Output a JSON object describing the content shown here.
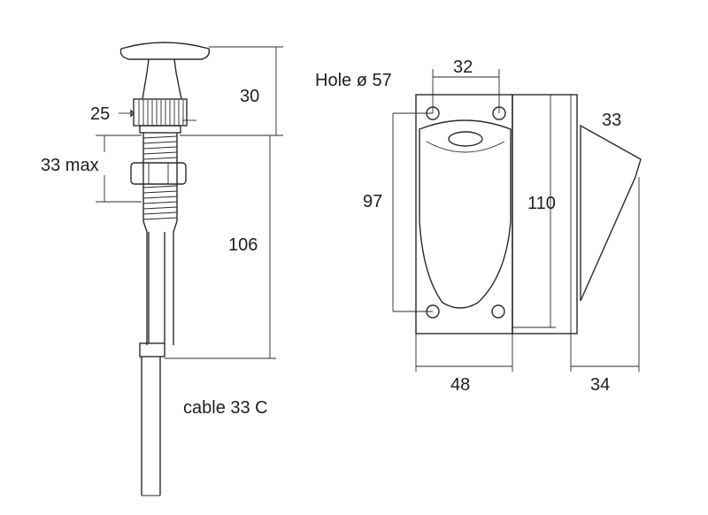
{
  "labels": {
    "dim_30": "30",
    "dim_25": "25",
    "dim_33_max": "33 max",
    "dim_106": "106",
    "cable": "cable 33 C",
    "hole": "Hole ø 57",
    "dim_32": "32",
    "dim_33": "33",
    "dim_97": "97",
    "dim_110": "110",
    "dim_48": "48",
    "dim_34": "34"
  }
}
